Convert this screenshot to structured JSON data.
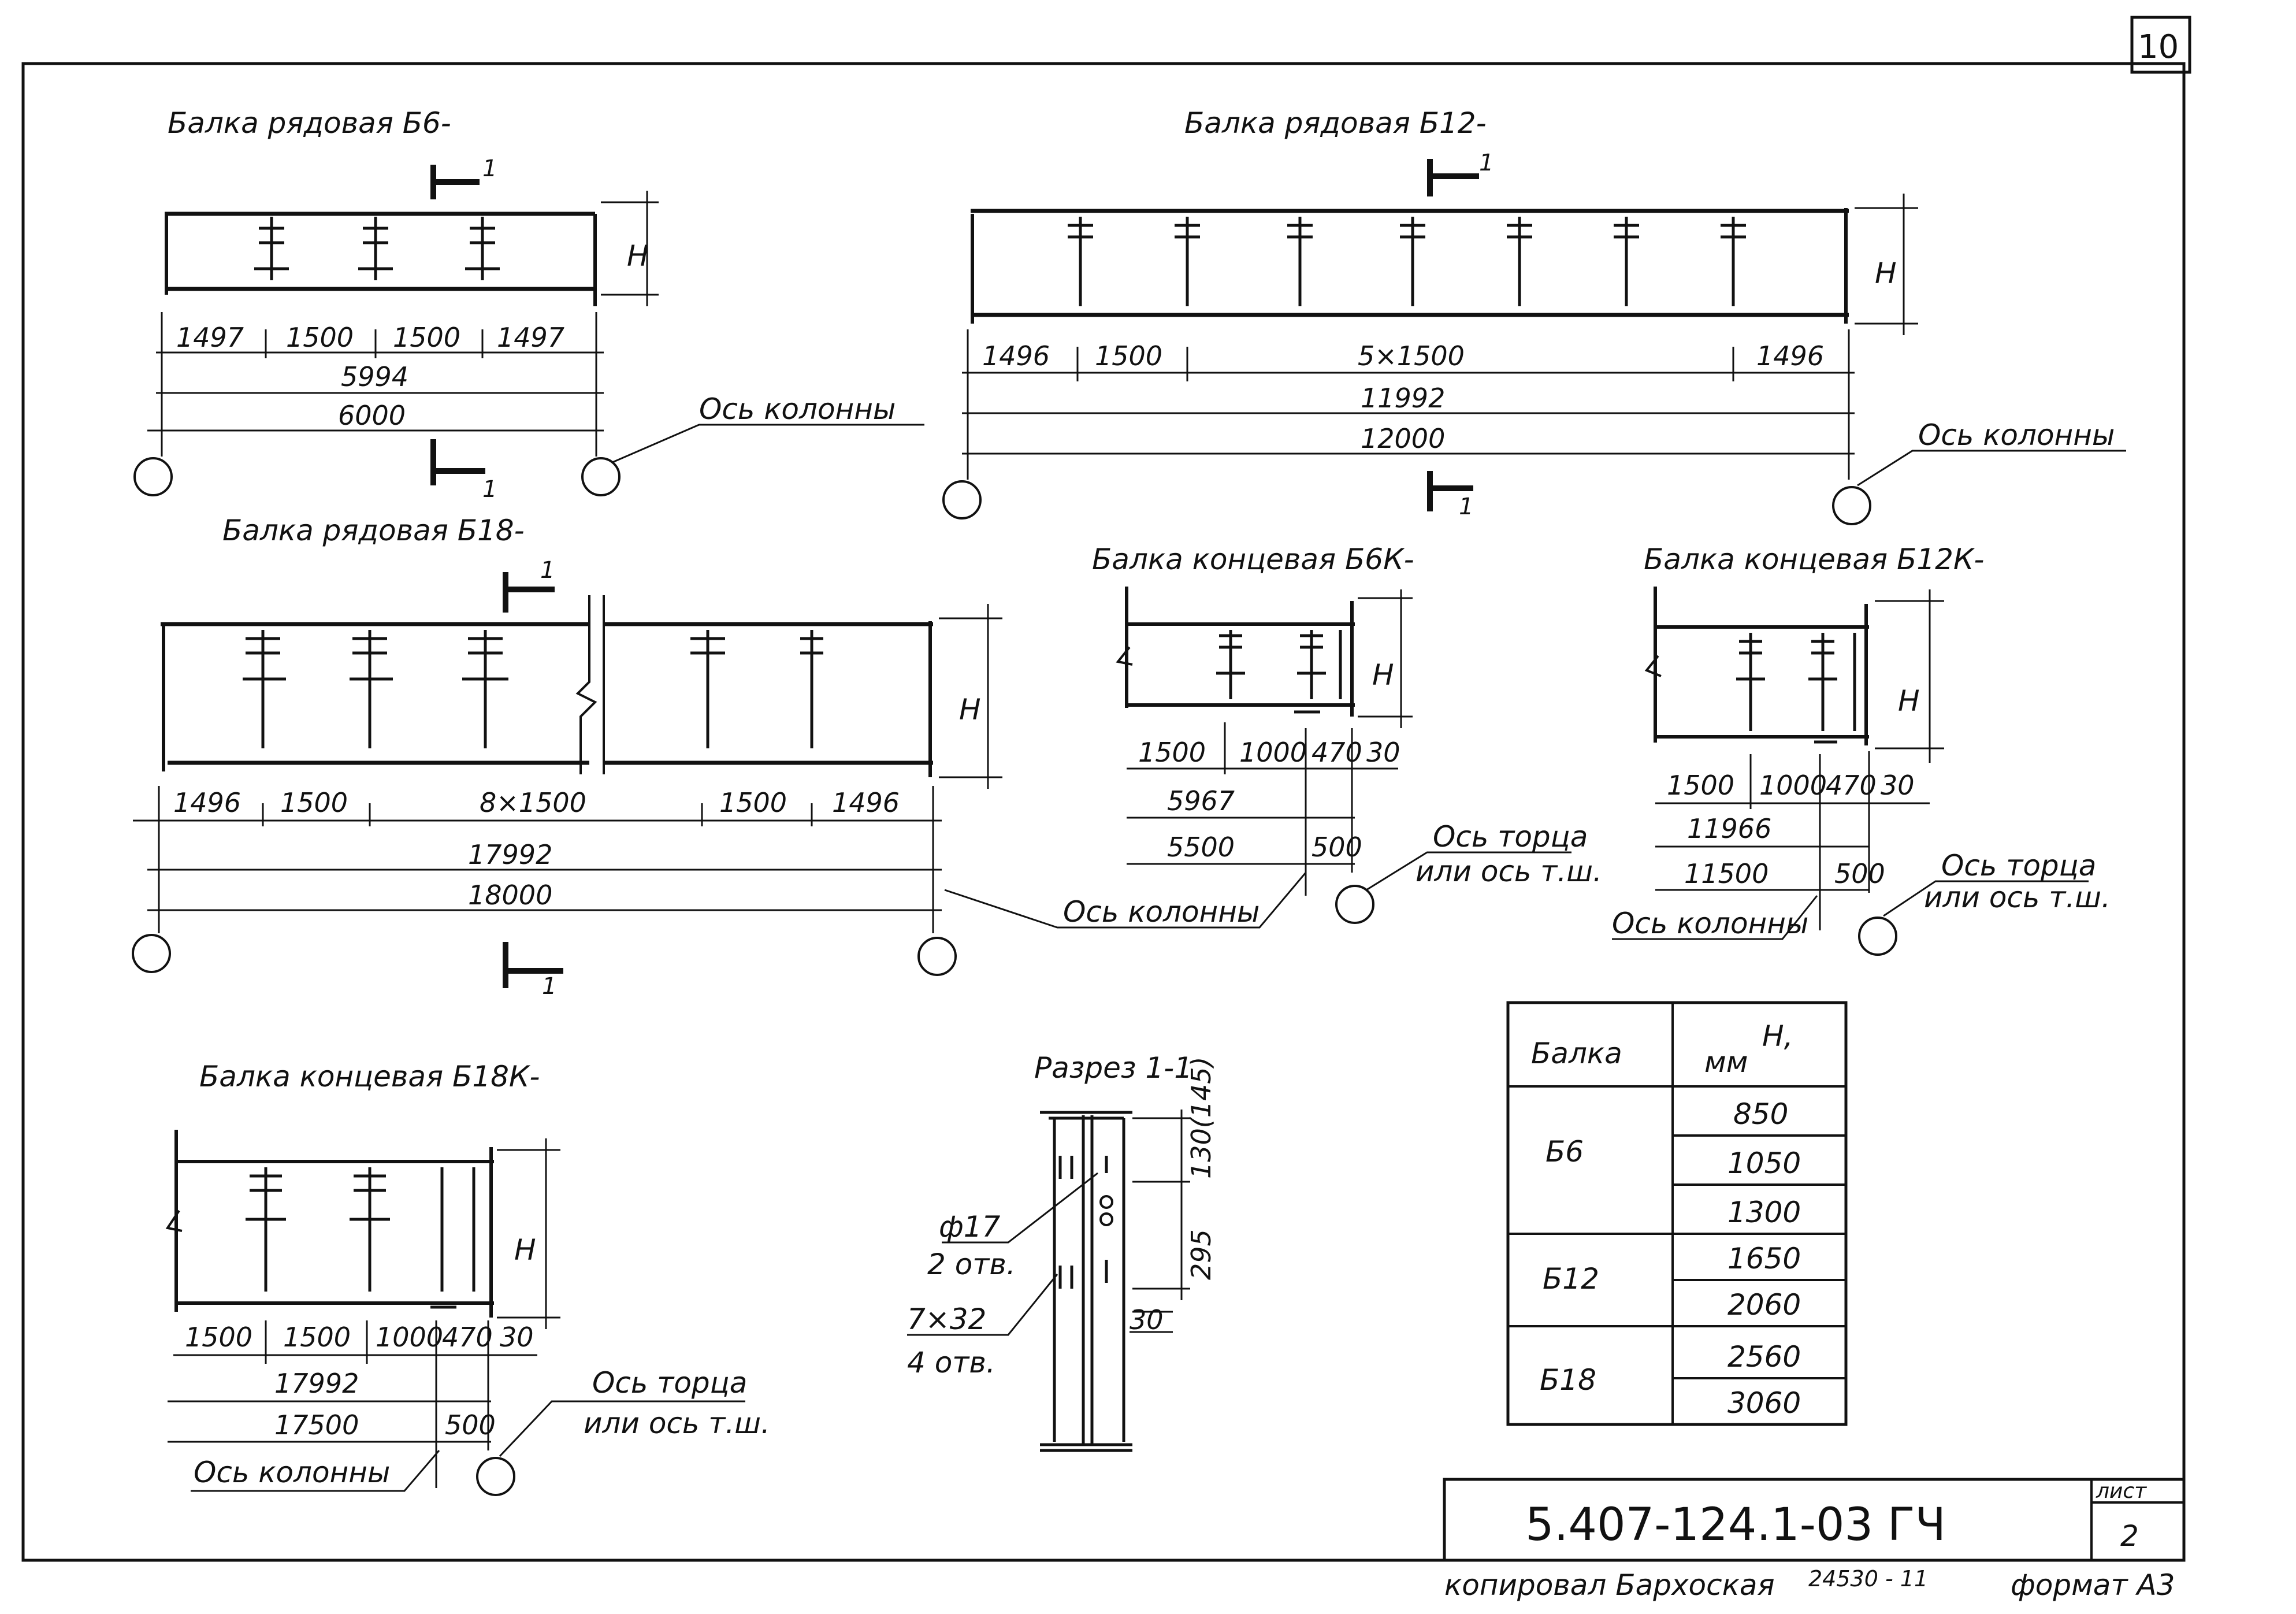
{
  "sheet_number": "10",
  "common": {
    "axis_col": "Ось колонны",
    "axis_end": "Ось торца",
    "axis_end2": "или ось т.ш."
  },
  "b6": {
    "title": "Балка рядовая Б6-",
    "dims": [
      "1497",
      "1500",
      "1500",
      "1497"
    ],
    "total1": "5994",
    "total2": "6000",
    "height": "Н",
    "sec_top": "1",
    "sec_bot": "1"
  },
  "b12": {
    "title": "Балка рядовая Б12-",
    "dims": [
      "1496",
      "1500",
      "5×1500",
      "1496"
    ],
    "total1": "11992",
    "total2": "12000",
    "height": "Н",
    "sec_top": "1",
    "sec_bot": "1"
  },
  "b18": {
    "title": "Балка рядовая Б18-",
    "dims": [
      "1496",
      "1500",
      "8×1500",
      "1500",
      "1496"
    ],
    "total1": "17992",
    "total2": "18000",
    "height": "Н",
    "sec_top": "1",
    "sec_bot": "1"
  },
  "b6k": {
    "title": "Балка концевая Б6К-",
    "dims": [
      "1500",
      "1000",
      "470",
      "30"
    ],
    "total1": "5967",
    "total2": "5500",
    "end": "500",
    "height": "Н"
  },
  "b12k": {
    "title": "Балка концевая Б12К-",
    "dims": [
      "1500",
      "1000",
      "470",
      "30"
    ],
    "total1": "11966",
    "total2": "11500",
    "end": "500",
    "height": "Н"
  },
  "b18k": {
    "title": "Балка концевая Б18К-",
    "dims": [
      "1500",
      "1500",
      "1000",
      "470",
      "30"
    ],
    "total1": "17992",
    "total2": "17500",
    "end": "500",
    "height": "Н"
  },
  "section": {
    "title": "Разрез 1-1",
    "hole1": "ф17",
    "hole1_n": "2 отв.",
    "hole2": "7×32",
    "hole2_n": "4 отв.",
    "d1": "130(145)",
    "d2": "295",
    "d3": "30"
  },
  "table": {
    "h_beam": "Балка",
    "h_h": "Н,",
    "h_unit": "мм",
    "rows": [
      {
        "beam": "Б6",
        "values": [
          "850",
          "1050",
          "1300"
        ]
      },
      {
        "beam": "Б12",
        "values": [
          "1650",
          "2060"
        ]
      },
      {
        "beam": "Б18",
        "values": [
          "2560",
          "3060"
        ]
      }
    ]
  },
  "stamp": {
    "code": "5.407-124.1-03 ГЧ",
    "sheet_label": "лист",
    "sheet": "2",
    "copied": "копировал Бархоская",
    "num": "24530 - 11",
    "format": "формат А3"
  }
}
